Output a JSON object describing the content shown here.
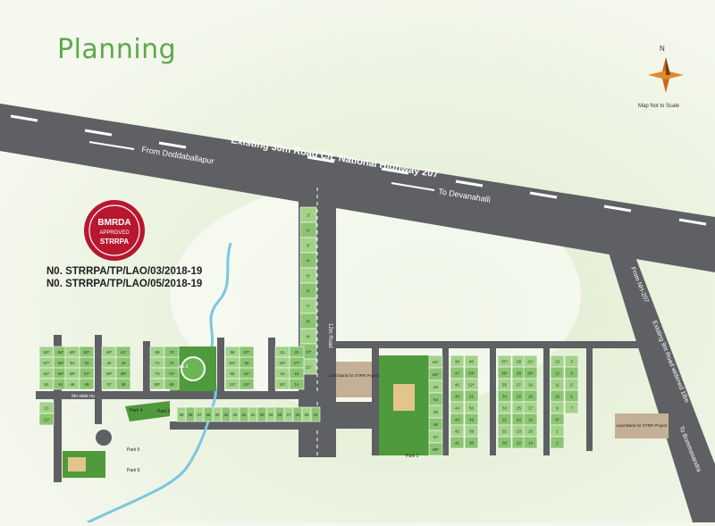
{
  "title": "Planning",
  "compass": {
    "north_label": "N",
    "note": "Map Not to Scale"
  },
  "approval": {
    "seal_top": "BMRDA",
    "seal_mid": "APPROVED",
    "seal_bottom": "STRRPA",
    "numbers": [
      "N0. STRRPA/TP/LAO/03/2018-19",
      "N0. STRRPA/TP/LAO/05/2018-19"
    ]
  },
  "roads": {
    "highway": "Existing 30m Road  C/L  National Highway 207",
    "from_doddaballapur": "From Doddaballapur",
    "to_devanahalli": "To Devanahalli",
    "from_nh207": "From NH-207",
    "existing_road": "Existing 9m Road widened 18m",
    "to_bommasandra": "To Bommasandra",
    "road_12m": "12m Road",
    "road_9m": "9m wide road"
  },
  "areas": {
    "land_bank_1": "Land Bank for STRR Project",
    "land_bank_2": "Land Bank for STRR Project",
    "park_1": "Park 1",
    "park_2": "Park 2",
    "park_3": "Park 3",
    "park_4": "Park 4",
    "park_5": "Park 5",
    "park_6": "Park 6"
  },
  "colors": {
    "road": "#5e6063",
    "plot": "#8bc472",
    "plot_alt": "#a3d38a",
    "park": "#4f9a3c",
    "land_bank": "#c4b096",
    "water": "#7cc6e0"
  },
  "plots": {
    "col_a": [
      "1*",
      "2*",
      "3*",
      "4*",
      "5*",
      "6*",
      "7*",
      "8*",
      "9*",
      "10*",
      "11*"
    ],
    "row_a": [
      "39",
      "38",
      "37",
      "36",
      "35",
      "34",
      "33",
      "32",
      "31",
      "30",
      "29",
      "28",
      "27",
      "26",
      "25",
      "24"
    ],
    "left": [
      "63*",
      "66*",
      "67*",
      "68*",
      "64*",
      "65*",
      "62",
      "61",
      "49*",
      "50*",
      "51",
      "52",
      "48*",
      "47*",
      "46",
      "45",
      "40*",
      "41*",
      "42",
      "43",
      "39*",
      "38*",
      "37",
      "36",
      "69",
      "70",
      "71",
      "72",
      "73",
      "74*",
      "60*",
      "59",
      "58",
      "57*",
      "63*",
      "56",
      "55",
      "44*",
      "23*",
      "22*",
      "21",
      "20",
      "18*",
      "17*",
      "16",
      "15",
      "15*",
      "14",
      "13",
      "12*"
    ],
    "b1": [
      "61*",
      "62*",
      "63",
      "64",
      "65",
      "66",
      "67",
      "68*"
    ],
    "b2": [
      "48",
      "47",
      "46",
      "45",
      "44",
      "43",
      "42",
      "41",
      "40",
      "53*",
      "52*",
      "51",
      "50",
      "49",
      "39",
      "38",
      "37*",
      "36*",
      "35",
      "34",
      "33",
      "32",
      "31",
      "30",
      "29",
      "28",
      "27",
      "26",
      "25",
      "24",
      "23",
      "22",
      "21*",
      "20*",
      "19",
      "18",
      "17",
      "16",
      "15",
      "14",
      "13",
      "12",
      "11",
      "10",
      "9",
      "8*",
      "1",
      "2",
      "3",
      "4",
      "5",
      "6",
      "7"
    ]
  }
}
